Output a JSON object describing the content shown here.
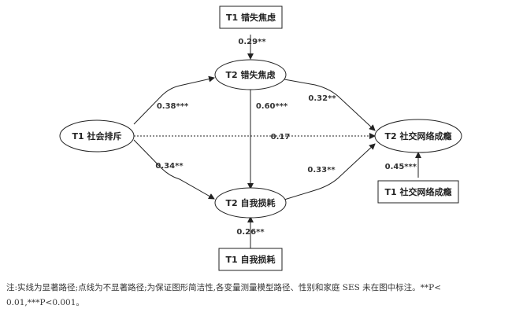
{
  "diagram": {
    "nodes": {
      "t1_exclusion": "T1 社会排斥",
      "t2_fomo": "T2 错失焦虑",
      "t2_depletion": "T2 自我损耗",
      "t2_addiction": "T2 社交网络成瘾",
      "t1_fomo": "T1 错失焦虑",
      "t1_depletion": "T1 自我损耗",
      "t1_addiction": "T1 社交网络成瘾"
    },
    "paths": {
      "fomo_autoreg": "0.29**",
      "exclusion_to_fomo": "0.38***",
      "exclusion_to_depletion": "0.34**",
      "fomo_to_depletion": "0.60***",
      "fomo_to_addiction": "0.32**",
      "exclusion_to_addiction": "0.17",
      "depletion_to_addiction": "0.33**",
      "addiction_autoreg": "0.45***",
      "depletion_autoreg": "0.26**"
    }
  },
  "footnote": {
    "line1": "注:实线为显著路径;点线为不显著路径;为保证图形简洁性,各变量测量模型路径、性别和家庭 SES 未在图中标注。**P<",
    "line2": "0.01,***P<0.001。"
  }
}
